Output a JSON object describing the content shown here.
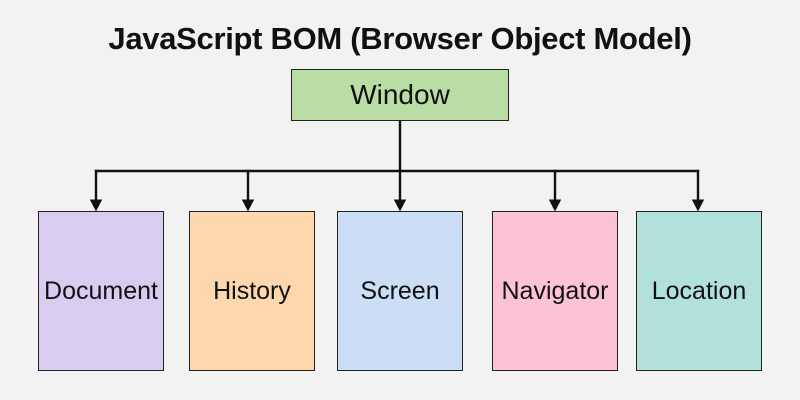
{
  "title": "JavaScript BOM (Browser Object Model)",
  "diagram": {
    "root": {
      "label": "Window",
      "fill": "#b9dda4"
    },
    "children": [
      {
        "label": "Document",
        "fill": "#d8ccf0"
      },
      {
        "label": "History",
        "fill": "#fdd8ae"
      },
      {
        "label": "Screen",
        "fill": "#ccddf6"
      },
      {
        "label": "Navigator",
        "fill": "#fcc3d7"
      },
      {
        "label": "Location",
        "fill": "#b2e1db"
      }
    ],
    "colors": {
      "background": "#f2f2f2",
      "box_border": "#222222",
      "connector": "#111111",
      "text": "#111111"
    }
  }
}
